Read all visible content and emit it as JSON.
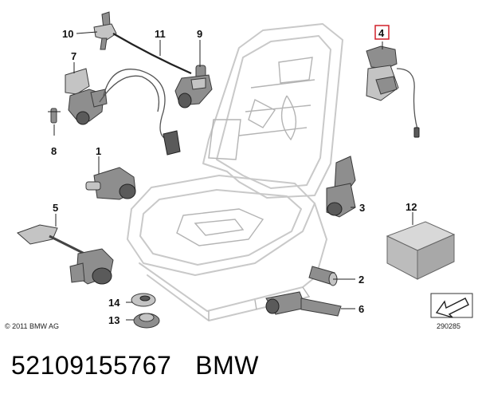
{
  "diagram": {
    "callouts": [
      {
        "id": "10",
        "label": "10"
      },
      {
        "id": "11",
        "label": "11"
      },
      {
        "id": "9",
        "label": "9"
      },
      {
        "id": "4",
        "label": "4",
        "highlighted": true
      },
      {
        "id": "7",
        "label": "7"
      },
      {
        "id": "8",
        "label": "8"
      },
      {
        "id": "1",
        "label": "1"
      },
      {
        "id": "3",
        "label": "3"
      },
      {
        "id": "5",
        "label": "5"
      },
      {
        "id": "12",
        "label": "12"
      },
      {
        "id": "2",
        "label": "2"
      },
      {
        "id": "14",
        "label": "14"
      },
      {
        "id": "13",
        "label": "13"
      },
      {
        "id": "6",
        "label": "6"
      }
    ],
    "highlight_color": "#d0202a",
    "copyright": "© 2011 BMW AG",
    "reference": "290285"
  },
  "footer": {
    "part_number": "52109155767",
    "brand": "BMW"
  }
}
